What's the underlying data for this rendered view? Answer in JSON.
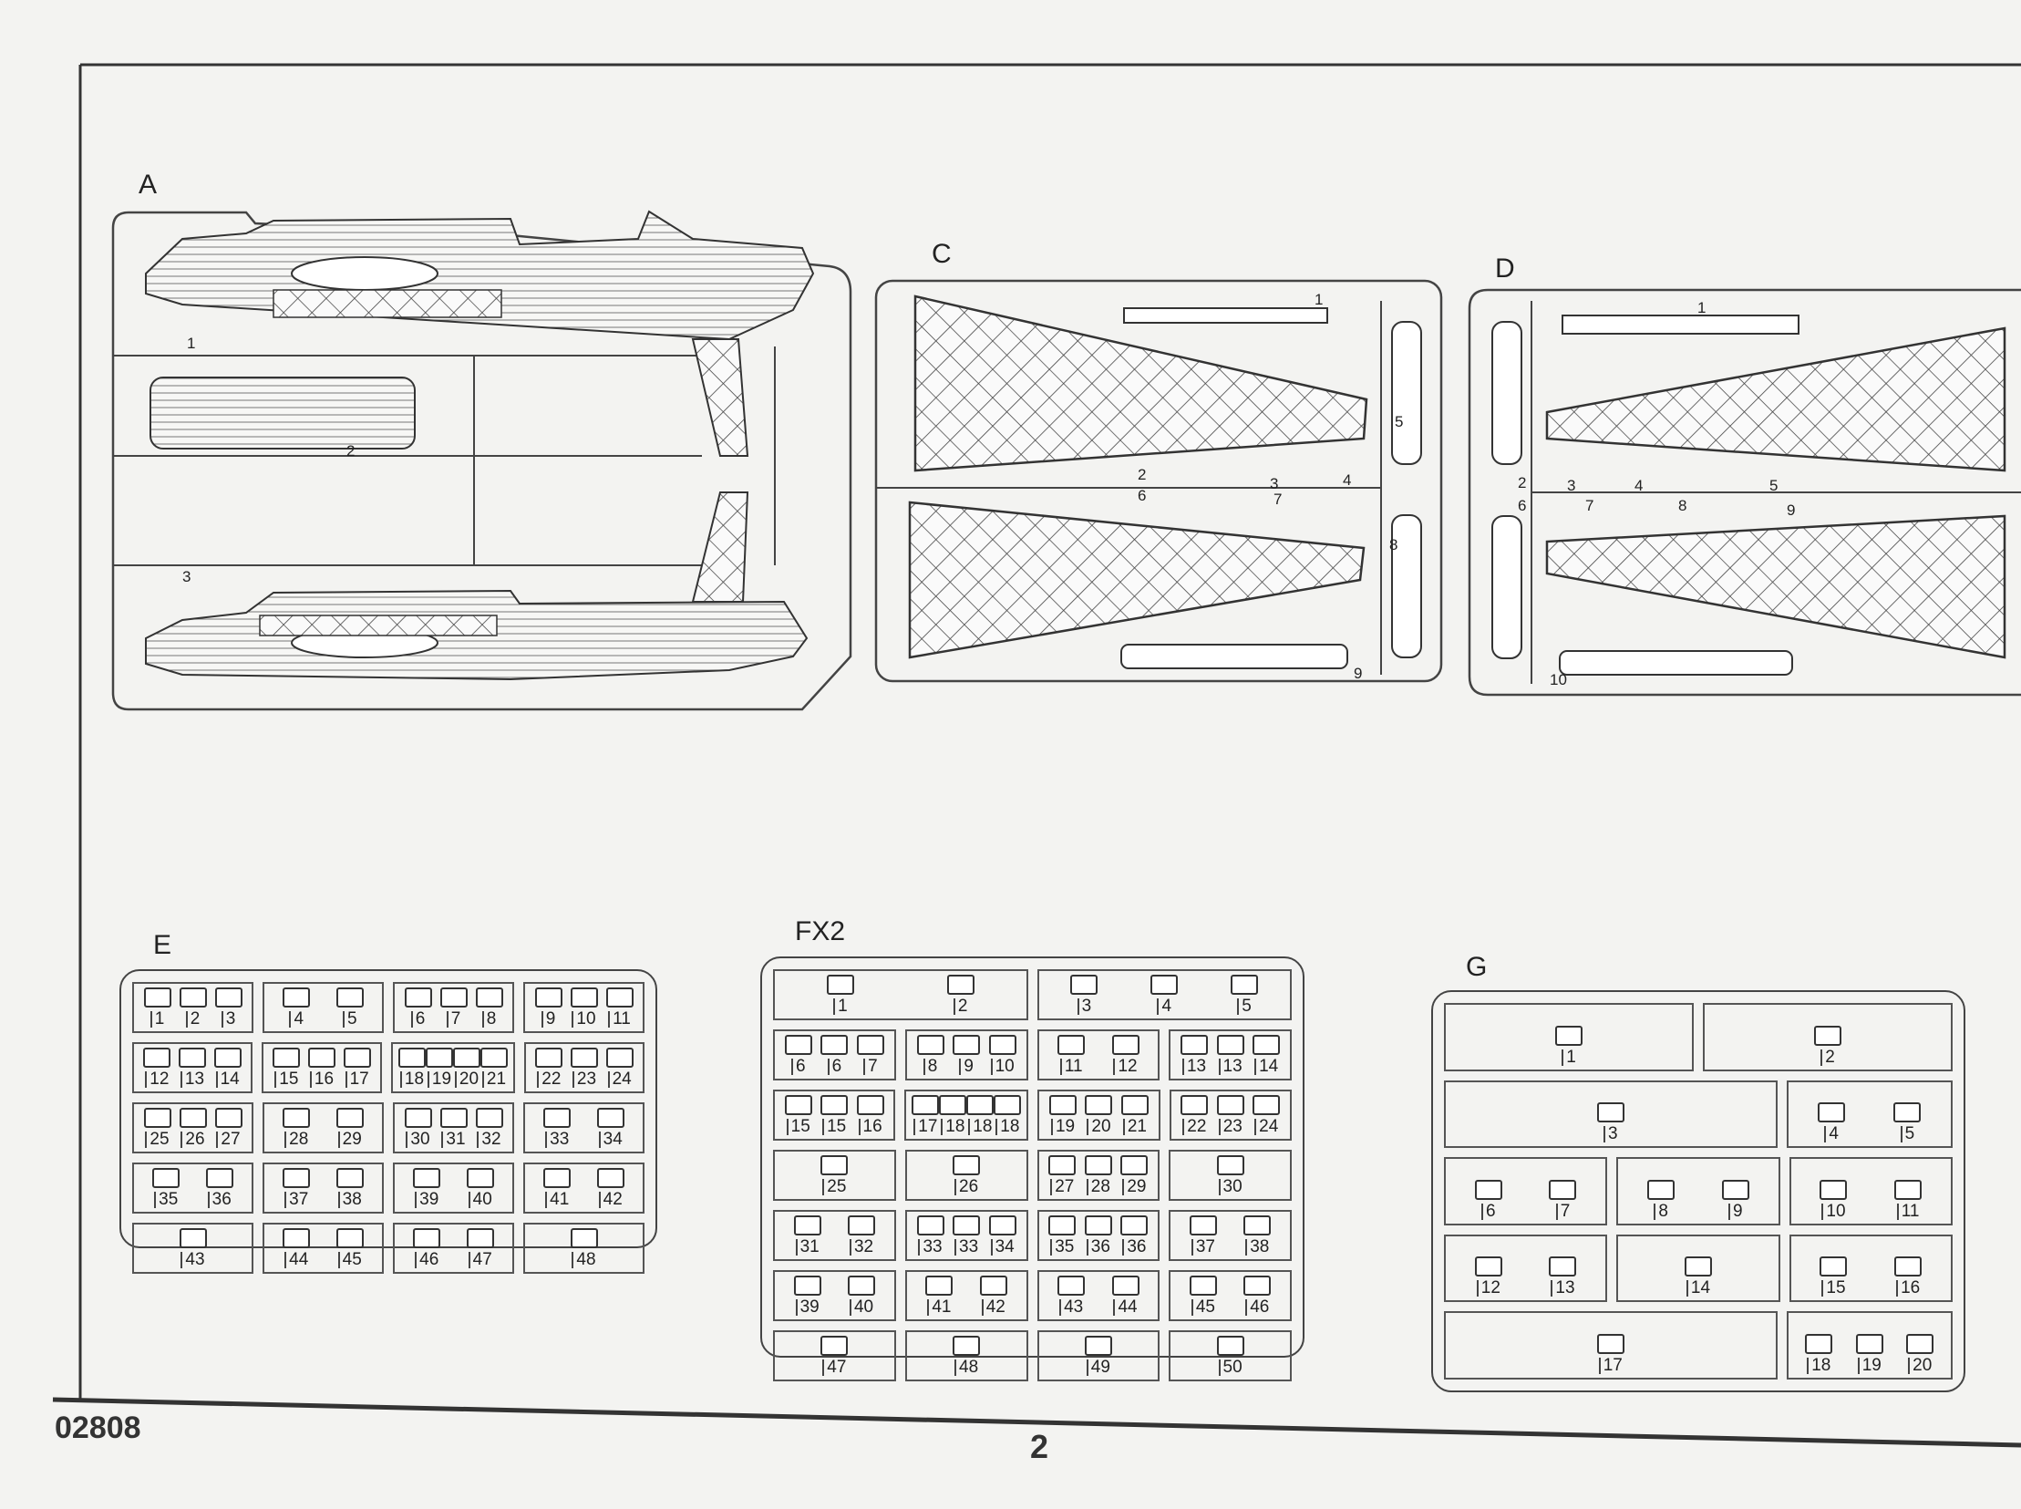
{
  "document": {
    "code": "02808",
    "page_number": "2"
  },
  "sprues": {
    "A": {
      "label": "A",
      "parts": [
        "1",
        "2",
        "3"
      ]
    },
    "C": {
      "label": "C",
      "parts": [
        "1",
        "2",
        "3",
        "4",
        "5",
        "6",
        "7",
        "8",
        "9"
      ]
    },
    "D": {
      "label": "D",
      "parts": [
        "1",
        "2",
        "3",
        "4",
        "5",
        "6",
        "7",
        "8",
        "9",
        "10"
      ]
    },
    "E": {
      "label": "E",
      "rows": [
        [
          [
            "1",
            "2",
            "3"
          ],
          [
            "4",
            "5"
          ],
          [
            "6",
            "7",
            "8"
          ],
          [
            "9",
            "10",
            "11"
          ]
        ],
        [
          [
            "12",
            "13",
            "14"
          ],
          [
            "15",
            "16",
            "17"
          ],
          [
            "18",
            "19",
            "20",
            "21"
          ],
          [
            "22",
            "23",
            "24"
          ]
        ],
        [
          [
            "25",
            "26",
            "27"
          ],
          [
            "28",
            "29"
          ],
          [
            "30",
            "31",
            "32"
          ],
          [
            "33",
            "34"
          ]
        ],
        [
          [
            "35",
            "36"
          ],
          [
            "37",
            "38"
          ],
          [
            "39",
            "40"
          ],
          [
            "41",
            "42"
          ]
        ],
        [
          [
            "43"
          ],
          [
            "44",
            "45"
          ],
          [
            "46",
            "47"
          ],
          [
            "48"
          ]
        ]
      ]
    },
    "FX2": {
      "label": "FX2",
      "rows": [
        [
          [
            "1",
            "2"
          ],
          [
            "3",
            "4",
            "5"
          ]
        ],
        [
          [
            "6",
            "6",
            "7"
          ],
          [
            "8",
            "9",
            "10"
          ],
          [
            "11",
            "12"
          ],
          [
            "13",
            "13",
            "14"
          ]
        ],
        [
          [
            "15",
            "15",
            "16"
          ],
          [
            "17",
            "18",
            "18",
            "18"
          ],
          [
            "19",
            "20",
            "21"
          ],
          [
            "22",
            "23",
            "24"
          ]
        ],
        [
          [
            "25"
          ],
          [
            "26"
          ],
          [
            "27",
            "28",
            "29"
          ],
          [
            "30"
          ]
        ],
        [
          [
            "31",
            "32"
          ],
          [
            "33",
            "33",
            "34"
          ],
          [
            "35",
            "36",
            "36"
          ],
          [
            "37",
            "38"
          ]
        ],
        [
          [
            "39",
            "40"
          ],
          [
            "41",
            "42"
          ],
          [
            "43",
            "44"
          ],
          [
            "45",
            "46"
          ]
        ],
        [
          [
            "47"
          ],
          [
            "48"
          ],
          [
            "49"
          ],
          [
            "50"
          ]
        ]
      ]
    },
    "G": {
      "label": "G",
      "rows": [
        [
          [
            "1"
          ],
          [
            "2"
          ]
        ],
        [
          [
            "3"
          ],
          [
            "4",
            "5"
          ]
        ],
        [
          [
            "6",
            "7"
          ],
          [
            "8",
            "9"
          ],
          [
            "10",
            "11"
          ]
        ],
        [
          [
            "12",
            "13"
          ],
          [
            "14"
          ],
          [
            "15",
            "16"
          ]
        ],
        [
          [
            "17"
          ],
          [
            "18",
            "19",
            "20"
          ]
        ]
      ]
    }
  }
}
